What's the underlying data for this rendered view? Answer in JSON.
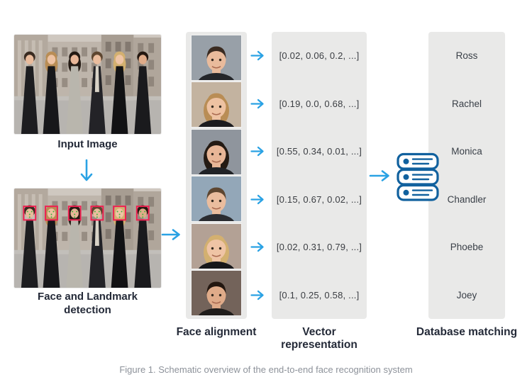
{
  "labels": {
    "input_image": "Input Image",
    "detection": "Face and Landmark detection",
    "face_alignment": "Face alignment",
    "vector_representation": "Vector representation",
    "database_matching": "Database matching"
  },
  "caption": "Figure 1. Schematic overview of the end-to-end face recognition system",
  "colors": {
    "arrow": "#2aa2e4",
    "panel_bg": "#e9e9e8",
    "database_icon": "#11619e",
    "detection_box": "#ef2050",
    "landmark_dot": "#3cb53c",
    "heading_text": "#242a38",
    "caption_text": "#8d929a"
  },
  "icons": {
    "database": "database-server-icon",
    "arrow_right": "arrow-right-icon",
    "arrow_down": "arrow-down-icon"
  },
  "pipeline": {
    "faces": [
      {
        "name": "Ross",
        "vector": "[0.02, 0.06, 0.2, ...]"
      },
      {
        "name": "Rachel",
        "vector": "[0.19, 0.0, 0.68, ...]"
      },
      {
        "name": "Monica",
        "vector": "[0.55, 0.34, 0.01, ...]"
      },
      {
        "name": "Chandler",
        "vector": "[0.15, 0.67, 0.02, ...]"
      },
      {
        "name": "Phoebe",
        "vector": "[0.02, 0.31, 0.79, ...]"
      },
      {
        "name": "Joey",
        "vector": "[0.1, 0.25, 0.58, ...]"
      }
    ]
  },
  "illustration": {
    "people": [
      {
        "hair": "#3a2b21",
        "skin": "#e9bb9c",
        "outfit": "#1d1d20",
        "long": false,
        "bg": "#98a0a8",
        "top": "#24262a"
      },
      {
        "hair": "#b98d55",
        "skin": "#eec2a2",
        "outfit": "#17171a",
        "long": true,
        "bg": "#c3b3a0",
        "top": "#1c1c1f"
      },
      {
        "hair": "#241a13",
        "skin": "#e8b697",
        "outfit": "#b9b6ad",
        "long": true,
        "bg": "#8f959d",
        "top": "#202226"
      },
      {
        "hair": "#5d4630",
        "skin": "#eabd9e",
        "outfit": "#232327",
        "long": false,
        "bg": "#93a7b8",
        "top": "#2a2c31",
        "shirt": "#d8d2c6"
      },
      {
        "hair": "#d3b070",
        "skin": "#efc4a5",
        "outfit": "#121214",
        "long": true,
        "bg": "#b3a195",
        "top": "#17171a"
      },
      {
        "hair": "#231710",
        "skin": "#dfab89",
        "outfit": "#1a1a1d",
        "long": false,
        "bg": "#73635a",
        "top": "#201d1b"
      }
    ]
  }
}
